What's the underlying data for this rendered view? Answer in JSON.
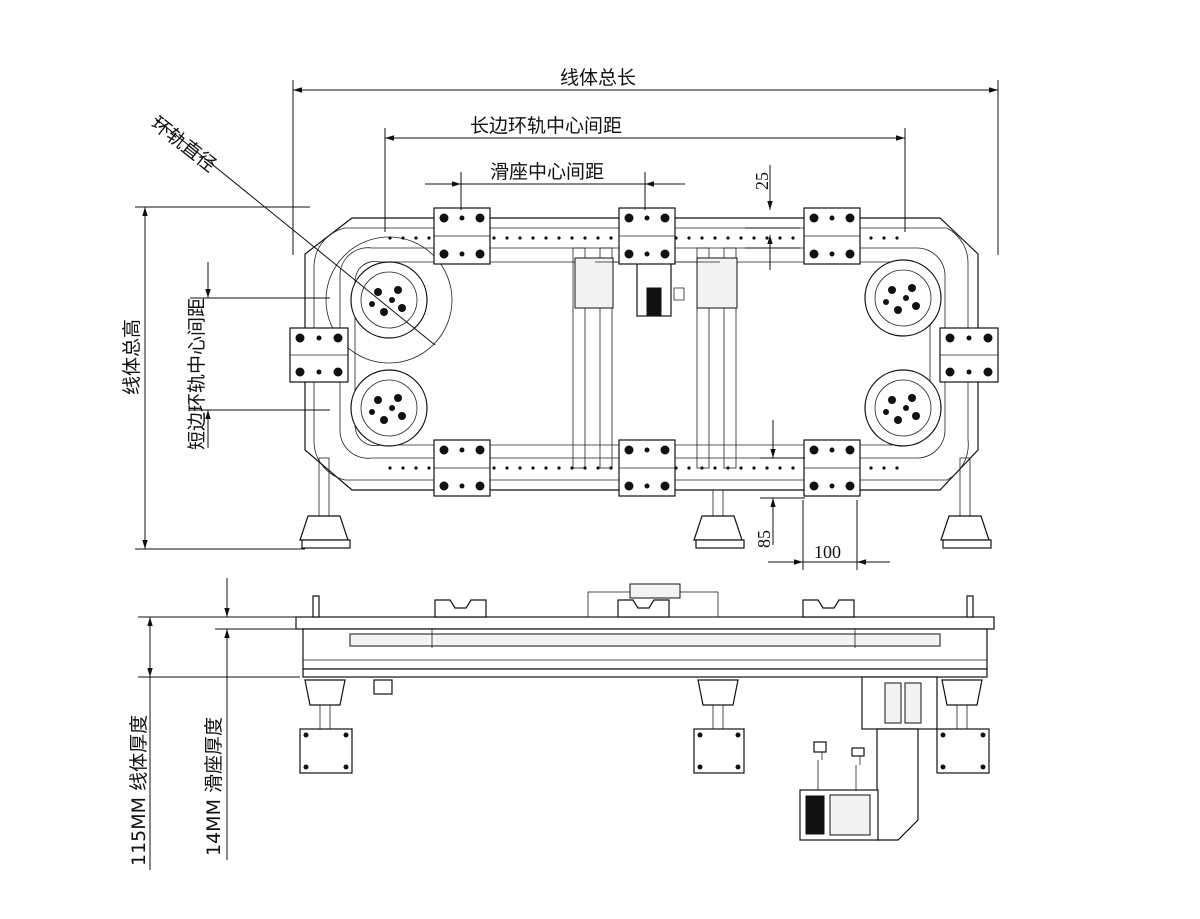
{
  "labels": {
    "total_length": "线体总长",
    "long_side_ring_center": "长边环轨中心间距",
    "slide_center": "滑座中心间距",
    "ring_diameter": "环轨直径",
    "total_height": "线体总高",
    "short_side_ring_center": "短边环轨中心间距",
    "dim_25": "25",
    "dim_85": "85",
    "dim_100": "100",
    "line_thickness": "115MM 线体厚度",
    "slide_thickness": "14MM 滑座厚度"
  },
  "colors": {
    "line": "#111111",
    "panel": "#f3f3f3"
  }
}
